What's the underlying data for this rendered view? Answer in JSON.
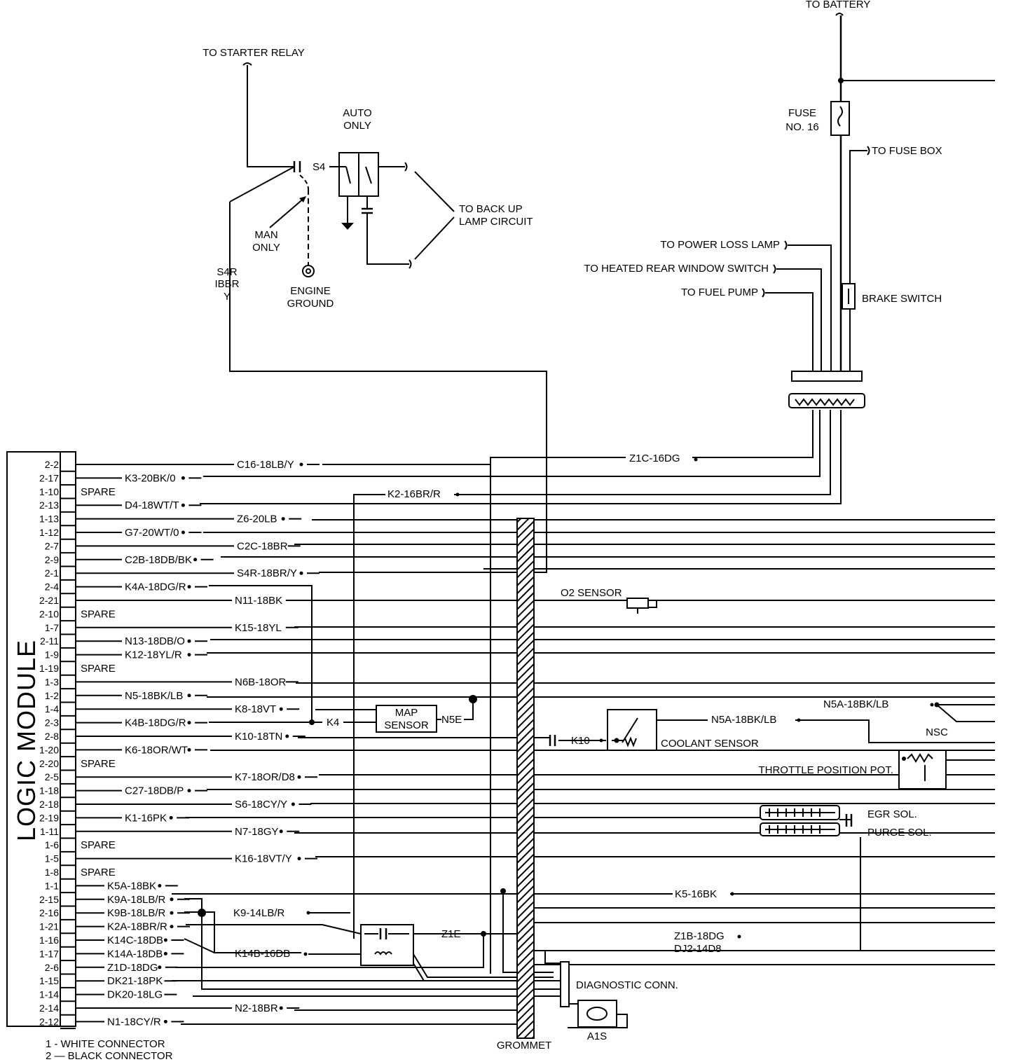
{
  "module": {
    "title": "LOGIC MODULE"
  },
  "pins": [
    {
      "pin": "2-2",
      "wire": "C16-18LB/Y",
      "dot": true
    },
    {
      "pin": "2-17",
      "wire": "K3-20BK/0",
      "dot": true
    },
    {
      "pin": "1-10",
      "wire": "SPARE",
      "dot": false
    },
    {
      "pin": "2-13",
      "wire": "D4-18WT/T",
      "dot": true
    },
    {
      "pin": "1-13",
      "wire": "Z6-20LB",
      "dot": true
    },
    {
      "pin": "1-12",
      "wire": "G7-20WT/0",
      "dot": true
    },
    {
      "pin": "2-7",
      "wire": "C2C-18BR",
      "dot": false
    },
    {
      "pin": "2-9",
      "wire": "C2B-18DB/BK",
      "dot": true
    },
    {
      "pin": "2-1",
      "wire": "S4R-18BR/Y",
      "dot": true
    },
    {
      "pin": "2-4",
      "wire": "K4A-18DG/R",
      "dot": true
    },
    {
      "pin": "2-21",
      "wire": "N11-18BK",
      "dot": false
    },
    {
      "pin": "2-10",
      "wire": "SPARE",
      "dot": false
    },
    {
      "pin": "1-7",
      "wire": "K15-18YL",
      "dot": false
    },
    {
      "pin": "2-11",
      "wire": "N13-18DB/O",
      "dot": true
    },
    {
      "pin": "1-9",
      "wire": "K12-18YL/R",
      "dot": true
    },
    {
      "pin": "1-19",
      "wire": "SPARE",
      "dot": false
    },
    {
      "pin": "1-3",
      "wire": "N6B-18OR",
      "dot": false
    },
    {
      "pin": "1-2",
      "wire": "N5-18BK/LB",
      "dot": true
    },
    {
      "pin": "1-4",
      "wire": "K8-18VT",
      "dot": true
    },
    {
      "pin": "2-3",
      "wire": "K4B-18DG/R",
      "dot": true
    },
    {
      "pin": "2-8",
      "wire": "K10-18TN",
      "dot": true
    },
    {
      "pin": "1-20",
      "wire": "K6-18OR/WT",
      "dot": true
    },
    {
      "pin": "2-20",
      "wire": "SPARE",
      "dot": false
    },
    {
      "pin": "2-5",
      "wire": "K7-18OR/D8",
      "dot": true
    },
    {
      "pin": "1-18",
      "wire": "C27-18DB/P",
      "dot": true
    },
    {
      "pin": "2-18",
      "wire": "S6-18CY/Y",
      "dot": true
    },
    {
      "pin": "2-19",
      "wire": "K1-16PK",
      "dot": true
    },
    {
      "pin": "1-11",
      "wire": "N7-18GY",
      "dot": true
    },
    {
      "pin": "1-6",
      "wire": "SPARE",
      "dot": false
    },
    {
      "pin": "1-5",
      "wire": "K16-18VT/Y",
      "dot": true
    },
    {
      "pin": "1-8",
      "wire": "SPARE",
      "dot": false
    },
    {
      "pin": "1-1",
      "wire": "K5A-18BK",
      "dot": true
    },
    {
      "pin": "2-15",
      "wire": "K9A-18LB/R",
      "dot": true
    },
    {
      "pin": "2-16",
      "wire": "K9B-18LB/R",
      "dot": true
    },
    {
      "pin": "1-21",
      "wire": "K2A-18BR/R",
      "dot": true
    },
    {
      "pin": "1-16",
      "wire": "K14C-18DB",
      "dot": true
    },
    {
      "pin": "1-17",
      "wire": "K14A-18DB",
      "dot": true
    },
    {
      "pin": "2-6",
      "wire": "Z1D-18DG",
      "dot": true
    },
    {
      "pin": "1-15",
      "wire": "DK21-18PK",
      "dot": false
    },
    {
      "pin": "1-14",
      "wire": "DK20-18LG",
      "dot": false
    },
    {
      "pin": "2-14",
      "wire": "N2-18BR",
      "dot": true
    },
    {
      "pin": "2-12",
      "wire": "N1-18CY/R",
      "dot": true
    }
  ],
  "legend": {
    "line1": "1 - WHITE CONNECTOR",
    "line2": "2 — BLACK CONNECTOR"
  },
  "labels": {
    "to_battery": "TO BATTERY",
    "to_starter_relay": "TO STARTER RELAY",
    "auto_only_1": "AUTO",
    "auto_only_2": "ONLY",
    "s4": "S4",
    "man_only_1": "MAN",
    "man_only_2": "ONLY",
    "engine_ground_1": "ENGINE",
    "engine_ground_2": "GROUND",
    "backup_1": "TO BACK UP",
    "backup_2": "LAMP CIRCUIT",
    "s4r_1": "S4R",
    "s4r_2": "IBBR",
    "s4r_3": "Y",
    "fuse_1": "FUSE",
    "fuse_2": "NO. 16",
    "to_fuse_box": "TO FUSE BOX",
    "to_power_loss_lamp": "TO POWER LOSS LAMP",
    "to_heated_rear_window": "TO HEATED REAR WINDOW SWITCH",
    "to_fuel_pump": "TO FUEL PUMP",
    "brake_switch": "BRAKE SWITCH",
    "z1c": "Z1C-16DG",
    "k2": "K2-16BR/R",
    "o2_sensor": "O2 SENSOR",
    "n5a_top": "N5A-18BK/LB",
    "nsc": "NSC",
    "map_sensor_1": "MAP",
    "map_sensor_2": "SENSOR",
    "n5e": "N5E",
    "k4": "K4",
    "k10": "K10",
    "coolant_sensor": "COOLANT SENSOR",
    "n5a_mid": "N5A-18BK/LB",
    "throttle_pot": "THROTTLE POSITION POT.",
    "egr_sol": "EGR SOL.",
    "purge_sol": "PURGE SOL.",
    "k5": "K5-16BK",
    "k9": "K9-14LB/R",
    "z1e": "Z1E",
    "z1b": "Z1B-18DG",
    "dj2": "DJ2-14D8",
    "k14b": "K14B-16DB",
    "diagnostic_conn": "DIAGNOSTIC CONN.",
    "a1s": "A1S",
    "grommet": "GROMMET"
  }
}
